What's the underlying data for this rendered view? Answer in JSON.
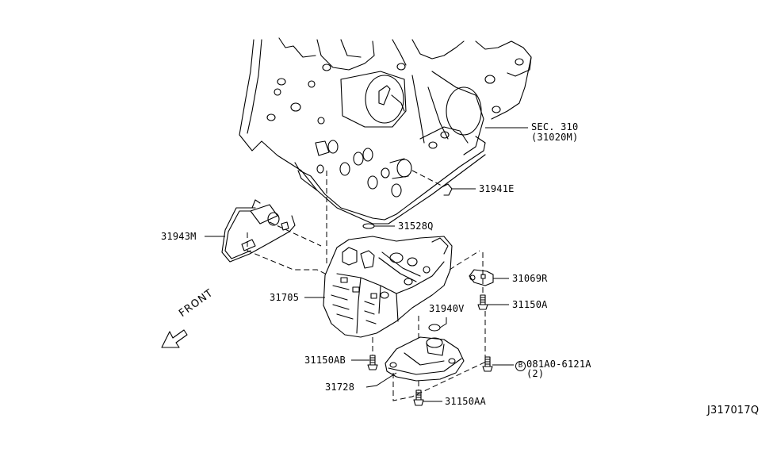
{
  "diagram": {
    "type": "exploded-parts-diagram",
    "subject": "CVT control valve assembly",
    "front_indicator": "FRONT",
    "diagram_code": "J317017Q",
    "parts": [
      {
        "id": "sec310",
        "label": "SEC. 310",
        "sub": "(31020M)",
        "description": "transaxle case reference"
      },
      {
        "id": "p31941E",
        "label": "31941E",
        "description": "clip"
      },
      {
        "id": "p31528Q",
        "label": "31528Q",
        "description": "o-ring"
      },
      {
        "id": "p31943M",
        "label": "31943M",
        "description": "solenoid harness"
      },
      {
        "id": "p31069R",
        "label": "31069R",
        "description": "bracket"
      },
      {
        "id": "p31150A",
        "label": "31150A",
        "description": "bolt"
      },
      {
        "id": "p31705",
        "label": "31705",
        "description": "control valve body"
      },
      {
        "id": "p31940V",
        "label": "31940V",
        "description": "o-ring"
      },
      {
        "id": "p31150AB",
        "label": "31150AB",
        "description": "bolt"
      },
      {
        "id": "p081A0",
        "label": "081A0-6121A",
        "prefix": "B",
        "sub": "(2)",
        "description": "bolt, qty 2"
      },
      {
        "id": "p31728",
        "label": "31728",
        "description": "strainer"
      },
      {
        "id": "p31150AA",
        "label": "31150AA",
        "description": "bolt"
      }
    ]
  }
}
